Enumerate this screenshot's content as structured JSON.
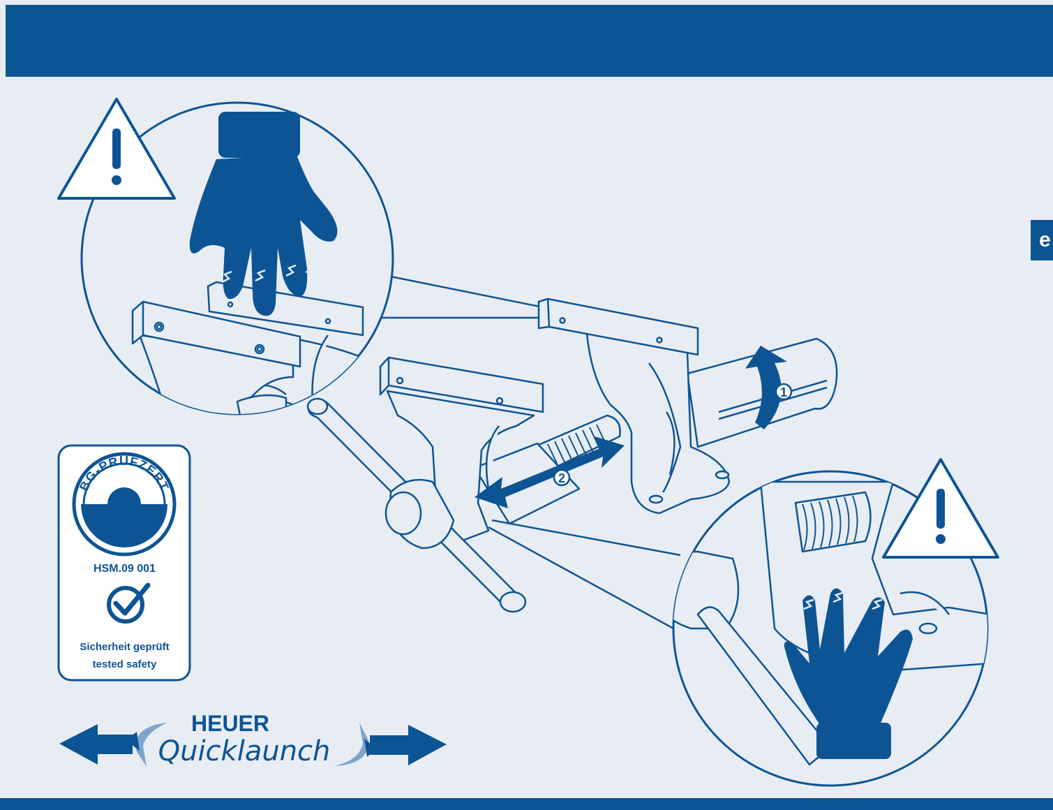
{
  "colors": {
    "primary_blue": "#0d5494",
    "background": "#e8edf3",
    "line": "#0d5494",
    "fill_light": "#e8edf3",
    "arrow_light": "#7fa5cc"
  },
  "side_tab": {
    "label": "e"
  },
  "certification_badge": {
    "seal_text": "BG-PRÜFZERT",
    "code": "HSM.09 001",
    "line_1": "Sicherheit geprüft",
    "line_2": "tested safety"
  },
  "brand": {
    "name": "HEUER",
    "product": "Quicklaunch"
  },
  "step_markers": [
    "1",
    "2"
  ],
  "icons": {
    "warning_top": "warning-triangle-icon",
    "warning_bottom": "warning-triangle-icon",
    "glove_top": "glove-icon",
    "glove_bottom": "glove-icon",
    "check": "check-circle-icon",
    "arrow_left": "arrow-left-icon",
    "arrow_right": "arrow-right-icon"
  }
}
